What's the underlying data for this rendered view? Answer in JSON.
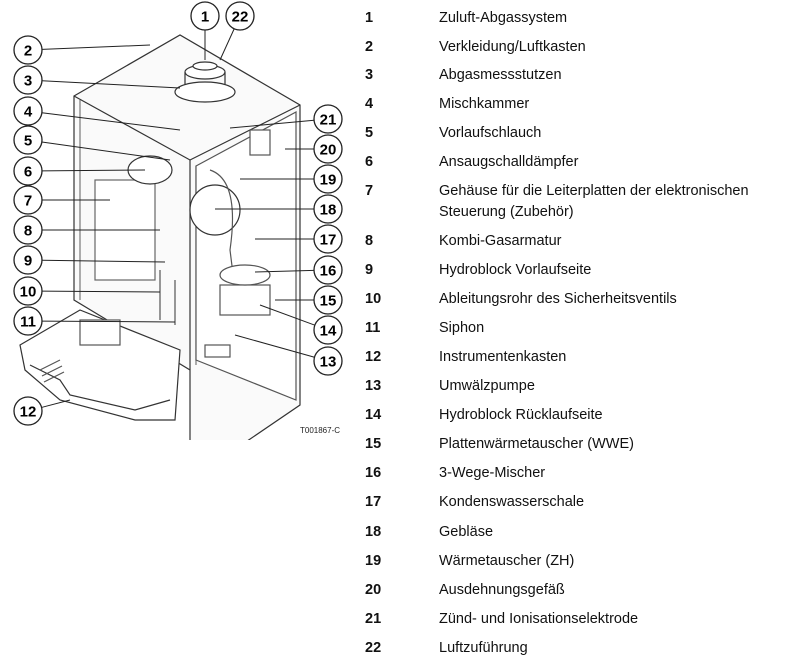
{
  "figure": {
    "id_label": "T001867-C",
    "callouts": [
      "1",
      "22",
      "2",
      "3",
      "4",
      "5",
      "6",
      "7",
      "8",
      "9",
      "10",
      "11",
      "12",
      "21",
      "20",
      "19",
      "18",
      "17",
      "16",
      "15",
      "14",
      "13"
    ]
  },
  "legend": [
    {
      "num": "1",
      "text": "Zuluft-Abgassystem"
    },
    {
      "num": "2",
      "text": "Verkleidung/Luftkasten"
    },
    {
      "num": "3",
      "text": "Abgasmessstutzen"
    },
    {
      "num": "4",
      "text": "Mischkammer"
    },
    {
      "num": "5",
      "text": "Vorlaufschlauch"
    },
    {
      "num": "6",
      "text": "Ansaugschalldämpfer"
    },
    {
      "num": "7",
      "text": "Gehäuse für die Leiterplatten der elektronischen Steuerung (Zubehör)"
    },
    {
      "num": "8",
      "text": "Kombi-Gasarmatur"
    },
    {
      "num": "9",
      "text": "Hydroblock Vorlaufseite"
    },
    {
      "num": "10",
      "text": "Ableitungsrohr des Sicherheitsventils"
    },
    {
      "num": "11",
      "text": "Siphon"
    },
    {
      "num": "12",
      "text": "Instrumentenkasten"
    },
    {
      "num": "13",
      "text": "Umwälzpumpe"
    },
    {
      "num": "14",
      "text": "Hydroblock Rücklaufseite"
    },
    {
      "num": "15",
      "text": "Plattenwärmetauscher (WWE)"
    },
    {
      "num": "16",
      "text": "3-Wege-Mischer"
    },
    {
      "num": "17",
      "text": "Kondenswasserschale"
    },
    {
      "num": "18",
      "text": "Gebläse"
    },
    {
      "num": "19",
      "text": "Wärmetauscher (ZH)"
    },
    {
      "num": "20",
      "text": "Ausdehnungsgefäß"
    },
    {
      "num": "21",
      "text": "Zünd- und Ionisationselektrode"
    },
    {
      "num": "22",
      "text": "Luftzuführung"
    }
  ]
}
